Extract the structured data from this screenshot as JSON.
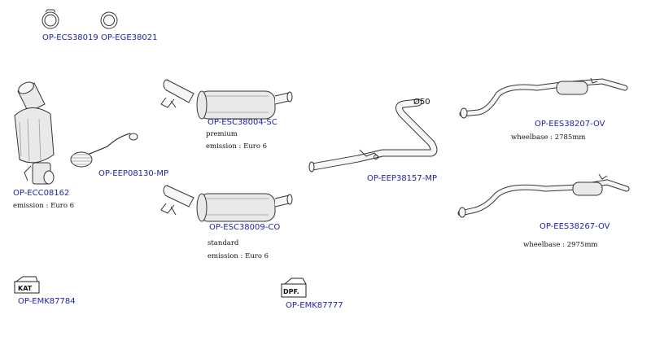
{
  "parts": [
    {
      "id": "clamp",
      "code": "OP-ECS38019"
    },
    {
      "id": "gasket",
      "code": "OP-EGE38021"
    },
    {
      "id": "catalyst",
      "code": "OP-ECC08162",
      "notes": [
        "emission : Euro 6"
      ]
    },
    {
      "id": "flex-pipe",
      "code": "OP-EEP08130-MP"
    },
    {
      "id": "dpf-premium",
      "code": "OP-ESC38004-SC",
      "notes": [
        "premium",
        "emission : Euro 6"
      ]
    },
    {
      "id": "dpf-standard",
      "code": "OP-ESC38009-CO",
      "notes": [
        "standard",
        "emission : Euro 6"
      ]
    },
    {
      "id": "middle-pipe",
      "code": "OP-EEP38157-MP",
      "diameter": "Ø50"
    },
    {
      "id": "rear-silencer-short",
      "code": "OP-EES38207-OV",
      "notes": [
        "wheelbase : 2785mm"
      ]
    },
    {
      "id": "rear-silencer-long",
      "code": "OP-EES38267-OV",
      "notes": [
        "wheelbase : 2975mm"
      ]
    },
    {
      "id": "kat-kit",
      "code": "OP-EMK87784",
      "icon_label": "KAT"
    },
    {
      "id": "dpf-kit",
      "code": "OP-EMK87777",
      "icon_label": "DPF."
    }
  ],
  "colors": {
    "code_text": "#1f1fa8",
    "note_text": "#111111",
    "line": "#333333"
  }
}
